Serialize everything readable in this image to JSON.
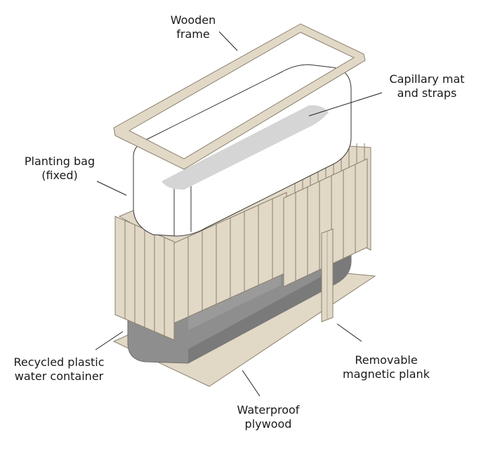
{
  "colors": {
    "wood": "#e2d8c6",
    "wood_edge": "#8a8170",
    "container": "#8e8e8e",
    "container_dark": "#6f6f6f",
    "bag": "#ffffff",
    "bag_floor": "#d5d5d5",
    "line": "#222222"
  },
  "labels": {
    "wooden_frame": [
      "Wooden",
      "frame"
    ],
    "capillary_mat": [
      "Capillary mat",
      "and straps"
    ],
    "planting_bag": [
      "Planting bag",
      "(fixed)"
    ],
    "recycled_container": [
      "Recycled plastic",
      "water container"
    ],
    "removable_plank": [
      "Removable",
      "magnetic plank"
    ],
    "waterproof_plywood": [
      "Waterproof",
      "plywood"
    ]
  }
}
